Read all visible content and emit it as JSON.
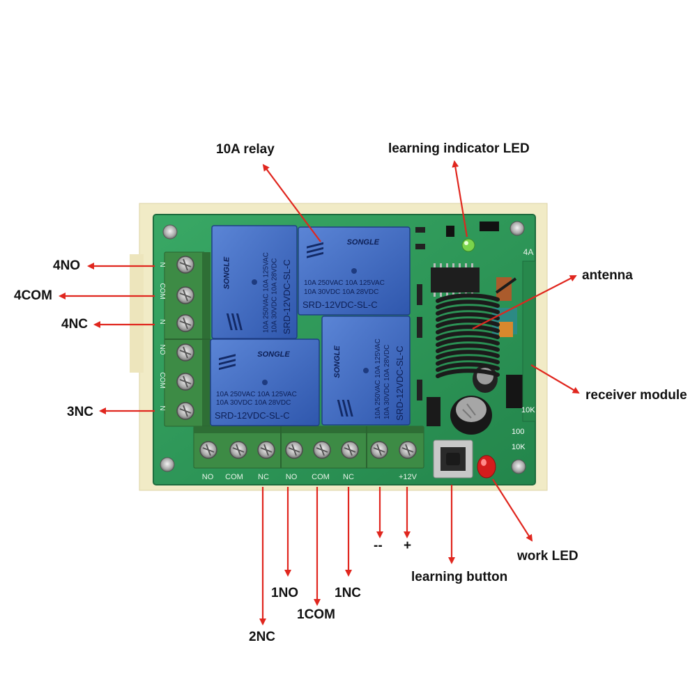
{
  "colors": {
    "arrow": "#e0261e",
    "pcb": "#2f9a5a",
    "relay": "#3f6bc4",
    "terminal": "#3b8a44"
  },
  "labels": {
    "relay": "10A relay",
    "learning_led": "learning indicator LED",
    "antenna": "antenna",
    "receiver": "receiver module",
    "work_led": "work LED",
    "learning_button": "learning button",
    "four_no": "4NO",
    "four_com": "4COM",
    "four_nc": "4NC",
    "three_nc": "3NC",
    "one_no": "1NO",
    "one_com": "1COM",
    "one_nc": "1NC",
    "two_nc": "2NC",
    "minus": "--",
    "plus": "+"
  },
  "relay": {
    "brand": "SONGLE",
    "model": "SRD-12VDC-SL-C",
    "rating_ac": "10A 250VAC  10A 125VAC",
    "rating_dc": "10A 30VDC  10A 28VDC"
  },
  "board": {
    "bottom_terminals": [
      "NO",
      "COM",
      "NC",
      "NO",
      "COM",
      "NC",
      "",
      "+12V"
    ],
    "left_terminals": [
      "N",
      "COM",
      "N",
      "NO",
      "COM",
      "N"
    ],
    "silk": {
      "r100": "100",
      "r10k": "10K",
      "r10k_b": "10K"
    }
  }
}
